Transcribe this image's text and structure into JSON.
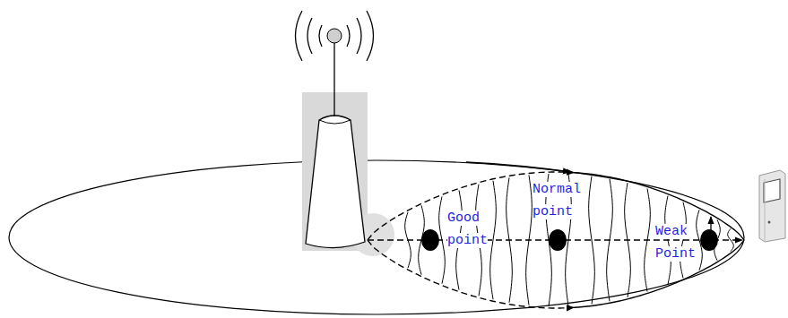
{
  "diagram": {
    "labels": [
      "Good point",
      "Normal point",
      "Weak Point"
    ]
  }
}
